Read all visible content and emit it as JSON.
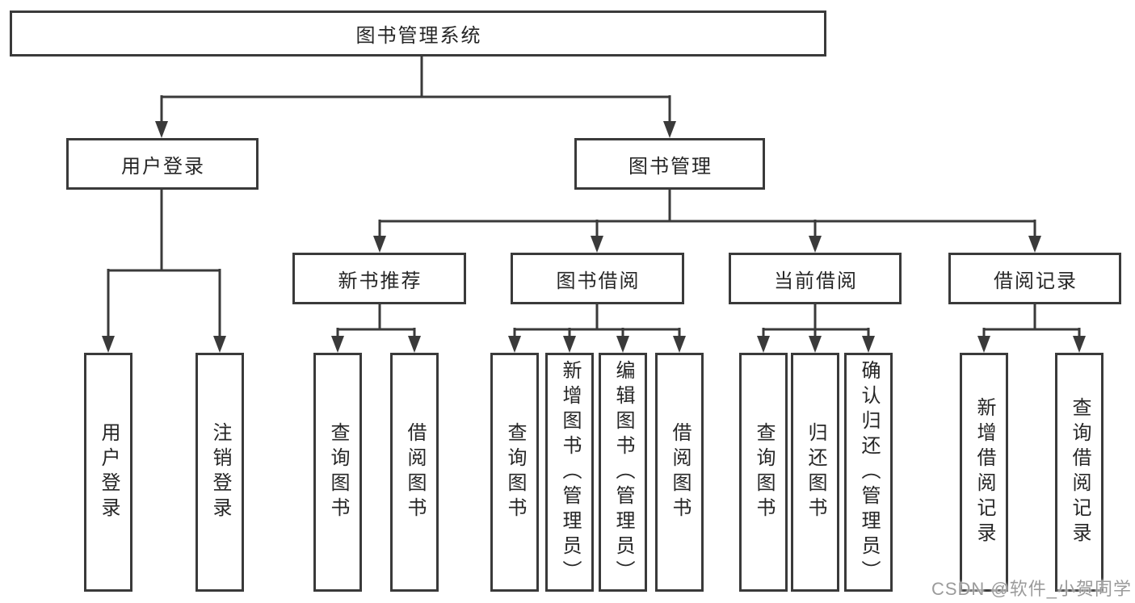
{
  "tree": {
    "root": {
      "label": "图书管理系统"
    },
    "branches": [
      {
        "label": "用户登录",
        "children": [
          {
            "label": "用户登录"
          },
          {
            "label": "注销登录"
          }
        ]
      },
      {
        "label": "图书管理",
        "children": [
          {
            "label": "新书推荐",
            "children": [
              {
                "label": "查询图书"
              },
              {
                "label": "借阅图书"
              }
            ]
          },
          {
            "label": "图书借阅",
            "children": [
              {
                "label": "查询图书"
              },
              {
                "label": "新增图书（管理员）"
              },
              {
                "label": "编辑图书（管理员）"
              },
              {
                "label": "借阅图书"
              }
            ]
          },
          {
            "label": "当前借阅",
            "children": [
              {
                "label": "查询图书"
              },
              {
                "label": "归还图书"
              },
              {
                "label": "确认归还（管理员）"
              }
            ]
          },
          {
            "label": "借阅记录",
            "children": [
              {
                "label": "新增借阅记录"
              },
              {
                "label": "查询借阅记录"
              }
            ]
          }
        ]
      }
    ]
  },
  "style": {
    "line_color": "#3a3a3a",
    "box_border_color": "#3a3a3a",
    "text_color": "#262626",
    "watermark_color": "#9b9b9b",
    "background": "#ffffff"
  },
  "watermark": {
    "text": "CSDN @软件_小贺同学"
  }
}
